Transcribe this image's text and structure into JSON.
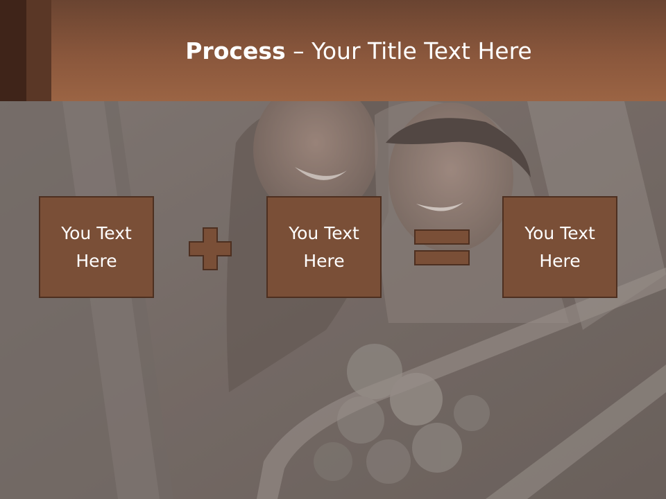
{
  "slide": {
    "title_bold": "Process",
    "title_rest": " – Your Title Text Here"
  },
  "process": {
    "boxes": [
      {
        "label": "You Text\nHere"
      },
      {
        "label": "You Text\nHere"
      },
      {
        "label": "You Text\nHere"
      }
    ],
    "operators": [
      "plus-icon",
      "equals-icon"
    ]
  },
  "colors": {
    "header": "#8a573c",
    "box_fill": "#7a4f37",
    "box_border": "#4d2f20",
    "text": "#ffffff"
  }
}
